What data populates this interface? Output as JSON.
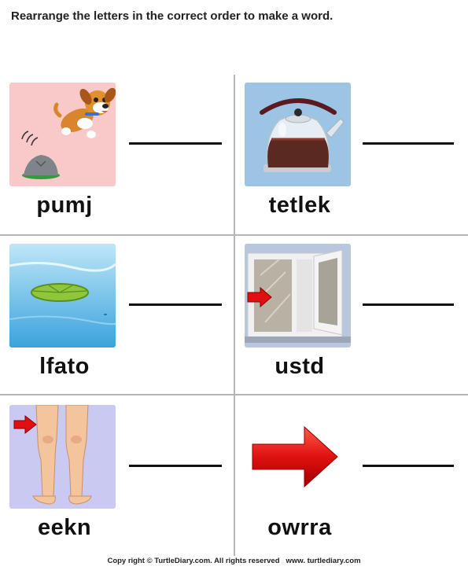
{
  "instruction": "Rearrange the letters in the correct order to make a word.",
  "items": [
    {
      "scrambled": "pumj",
      "picture": "dog-jumping-over-rock-icon"
    },
    {
      "scrambled": "tetlek",
      "picture": "kettle-icon"
    },
    {
      "scrambled": "lfato",
      "picture": "leaf-floating-on-water-icon"
    },
    {
      "scrambled": "ustd",
      "picture": "dusty-window-icon"
    },
    {
      "scrambled": "eekn",
      "picture": "legs-knee-icon"
    },
    {
      "scrambled": "owrra",
      "picture": "red-arrow-icon"
    }
  ],
  "footer": {
    "copyright": "Copy right © TurtleDiary.com. All rights reserved",
    "site": "www. turtlediary.com"
  },
  "colors": {
    "divider": "#b5b5b5",
    "arrow_red": "#e01010"
  }
}
